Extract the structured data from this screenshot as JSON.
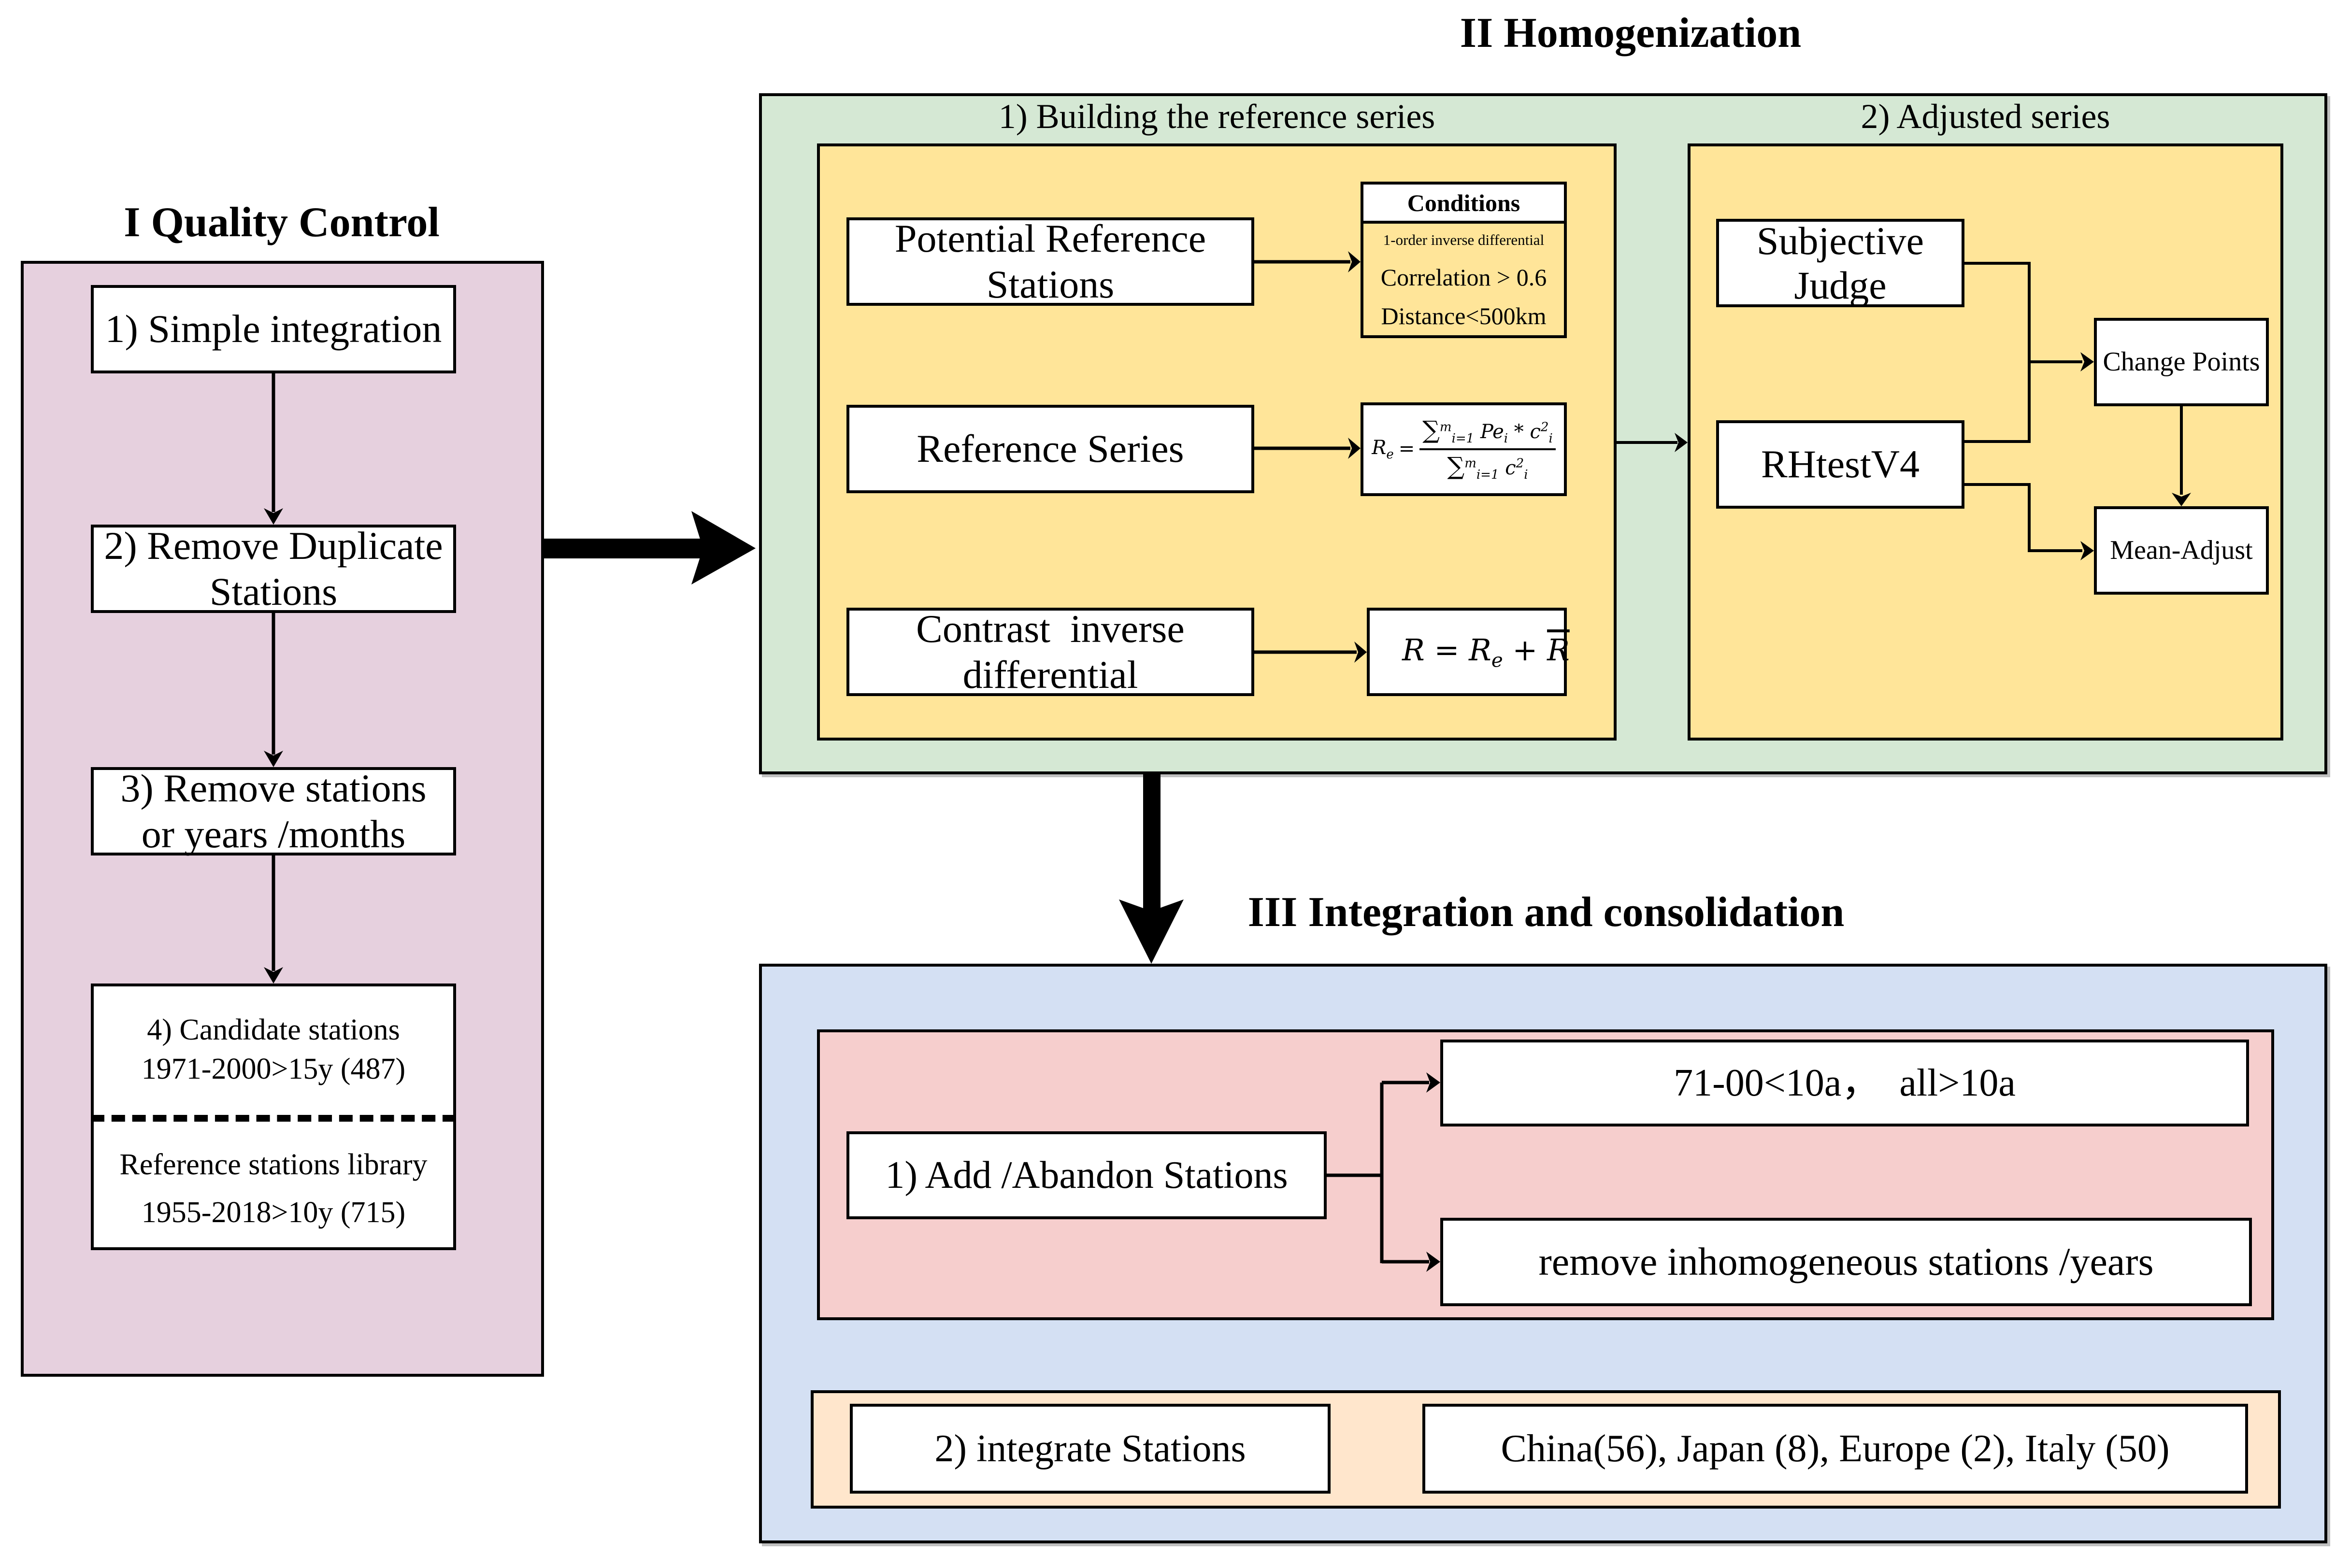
{
  "colors": {
    "quality_control_bg": "#e6d0de",
    "homogenization_bg": "#d5e8d4",
    "yellow_bg": "#ffe599",
    "integration_bg": "#d4e0f3",
    "add_abandon_bg": "#f6cecd",
    "integrate_bg": "#ffe6cc",
    "border": "#000000",
    "shadow": "#c0c0c0"
  },
  "quality_control": {
    "title": "I Quality Control",
    "steps": [
      {
        "label": "1) Simple integration"
      },
      {
        "label_line1": "2) Remove Duplicate",
        "label_line2": "Stations"
      },
      {
        "label_line1": "3) Remove stations",
        "label_line2": "or years /months"
      }
    ],
    "final_box": {
      "candidate_line1": "4)  Candidate stations",
      "candidate_line2": "1971-2000>15y (487)",
      "reference_line1": "Reference stations library",
      "reference_line2": "1955-2018>10y  (715)"
    }
  },
  "homogenization": {
    "title": "II Homogenization",
    "reference_series_section": {
      "label": "1) Building the reference series",
      "potential_line1": "Potential Reference",
      "potential_line2": "Stations",
      "conditions": {
        "header": "Conditions",
        "items": [
          "1-order inverse differential",
          "Correlation > 0.6",
          "Distance<500km"
        ]
      },
      "reference_series": "Reference Series",
      "formula_re": {
        "lhs": "R",
        "lhs_sub": "e",
        "eq": "=",
        "num": "∑",
        "num_sup": "m",
        "num_sub": "i=1",
        "num_term": "Pe",
        "num_term_sub": "i",
        "num_op": " * ",
        "num_c": "c",
        "num_c_sup": "2",
        "num_c_sub": "i",
        "den": "∑",
        "den_sup": "m",
        "den_sub": "i=1",
        "den_c": "c",
        "den_c_sup": "2",
        "den_c_sub": "i"
      },
      "contrast_line1": "Contrast  inverse",
      "contrast_line2": "differential",
      "formula_r": {
        "lhs": "R",
        "eq": " = ",
        "re": "R",
        "re_sub": "e",
        "plus": " + ",
        "rbar": "R"
      }
    },
    "adjusted_series_section": {
      "label": "2) Adjusted series",
      "subjective_line1": "Subjective",
      "subjective_line2": "Judge",
      "rhtest": "RHtestV4",
      "change_points": "Change Points",
      "mean_adjust": "Mean-Adjust"
    }
  },
  "integration": {
    "title": "III Integration and consolidation",
    "add_abandon": {
      "label": "1) Add /Abandon Stations",
      "criteria": "71-00<10a，  all>10a",
      "remove": "remove inhomogeneous stations /years"
    },
    "integrate": {
      "label": "2) integrate Stations",
      "sources": "China(56), Japan (8), Europe (2), Italy (50)"
    }
  }
}
